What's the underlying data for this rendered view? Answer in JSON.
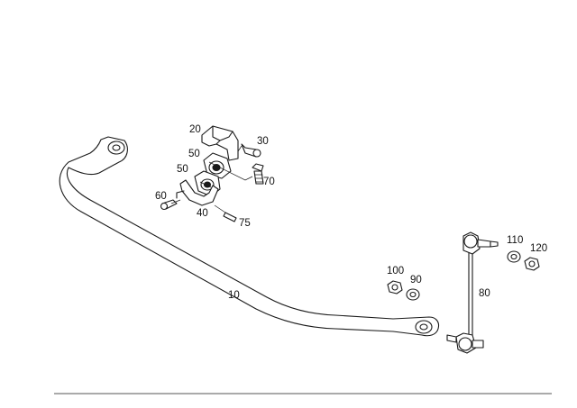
{
  "colors": {
    "line": "#1a1a1a",
    "background": "#ffffff"
  },
  "labels": {
    "p10": "10",
    "p20": "20",
    "p30": "30",
    "p40": "40",
    "p50a": "50",
    "p50b": "50",
    "p60": "60",
    "p70": "70",
    "p75": "75",
    "p80": "80",
    "p90": "90",
    "p100": "100",
    "p110": "110",
    "p120": "120"
  }
}
